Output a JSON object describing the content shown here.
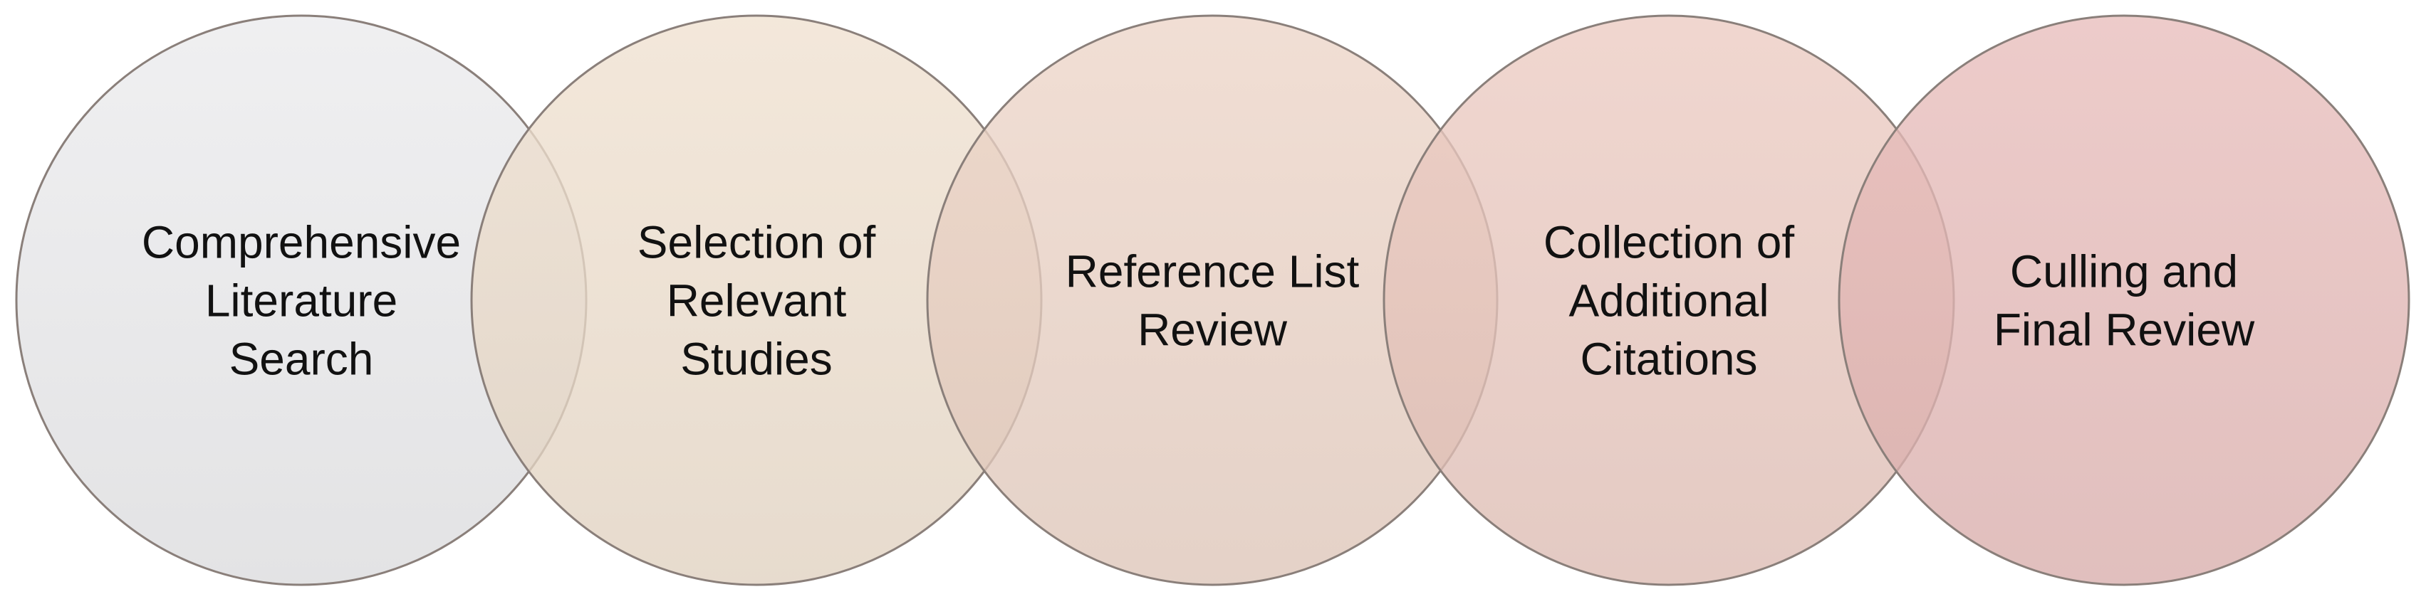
{
  "diagram": {
    "stages": [
      {
        "lines": [
          "Comprehensive",
          "Literature",
          "Search"
        ],
        "fill": "#e1e1e3"
      },
      {
        "lines": [
          "Selection of",
          "Relevant",
          "Studies"
        ],
        "fill": "#e6d7c6"
      },
      {
        "lines": [
          "Reference List",
          "Review"
        ],
        "fill": "#e3cbbe"
      },
      {
        "lines": [
          "Collection of",
          "Additional",
          "Citations"
        ],
        "fill": "#e2c1b8"
      },
      {
        "lines": [
          "Culling and",
          "Final Review"
        ],
        "fill": "#deb3b1"
      }
    ]
  }
}
